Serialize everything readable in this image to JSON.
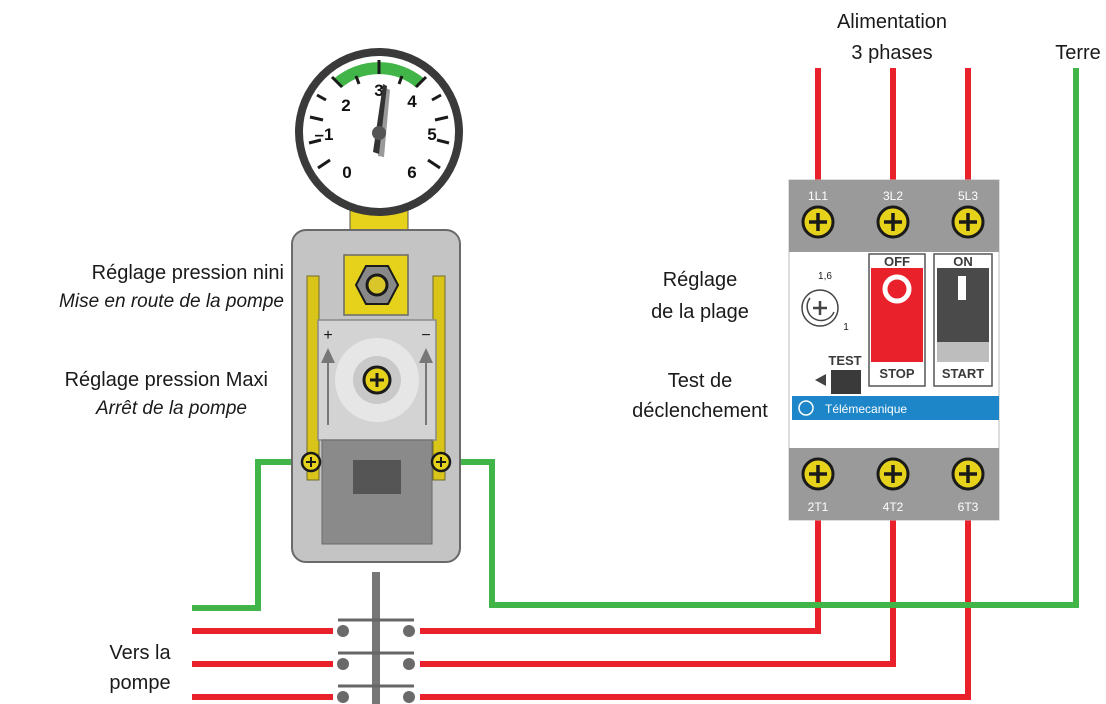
{
  "colors": {
    "phase_wire": "#e8212b",
    "earth_wire": "#42b549",
    "housing": "#c8c8c8",
    "brass": "#e6d21a",
    "brand_band": "#1d86c8",
    "stop_red": "#e8212b",
    "start_dark": "#4a4a4a"
  },
  "labels": {
    "supply_line1": "Alimentation",
    "supply_line2": "3 phases",
    "earth": "Terre",
    "min_title": "Réglage pression nini",
    "min_sub": "Mise en route de la pompe",
    "max_title": "Réglage pression Maxi",
    "max_sub": "Arrêt de la pompe",
    "range_line1": "Réglage",
    "range_line2": "de la plage",
    "test_line1": "Test de",
    "test_line2": "déclenchement",
    "pump_line1": "Vers la",
    "pump_line2": "pompe"
  },
  "gauge": {
    "scale": [
      "0",
      "1",
      "2",
      "3",
      "4",
      "5",
      "6"
    ],
    "scale_1_prefix": "–"
  },
  "switch": {
    "plus": "+",
    "minus": "−"
  },
  "relay": {
    "top_terminals": [
      "1L1",
      "3L2",
      "5L3"
    ],
    "bottom_terminals": [
      "2T1",
      "4T2",
      "6T3"
    ],
    "off_label": "OFF",
    "stop_label": "STOP",
    "stop_symbol": "O",
    "on_label": "ON",
    "start_label": "START",
    "start_symbol": "I",
    "test_label": "TEST",
    "range_max": "1,6",
    "range_min": "1",
    "brand": "Télémecanique"
  }
}
